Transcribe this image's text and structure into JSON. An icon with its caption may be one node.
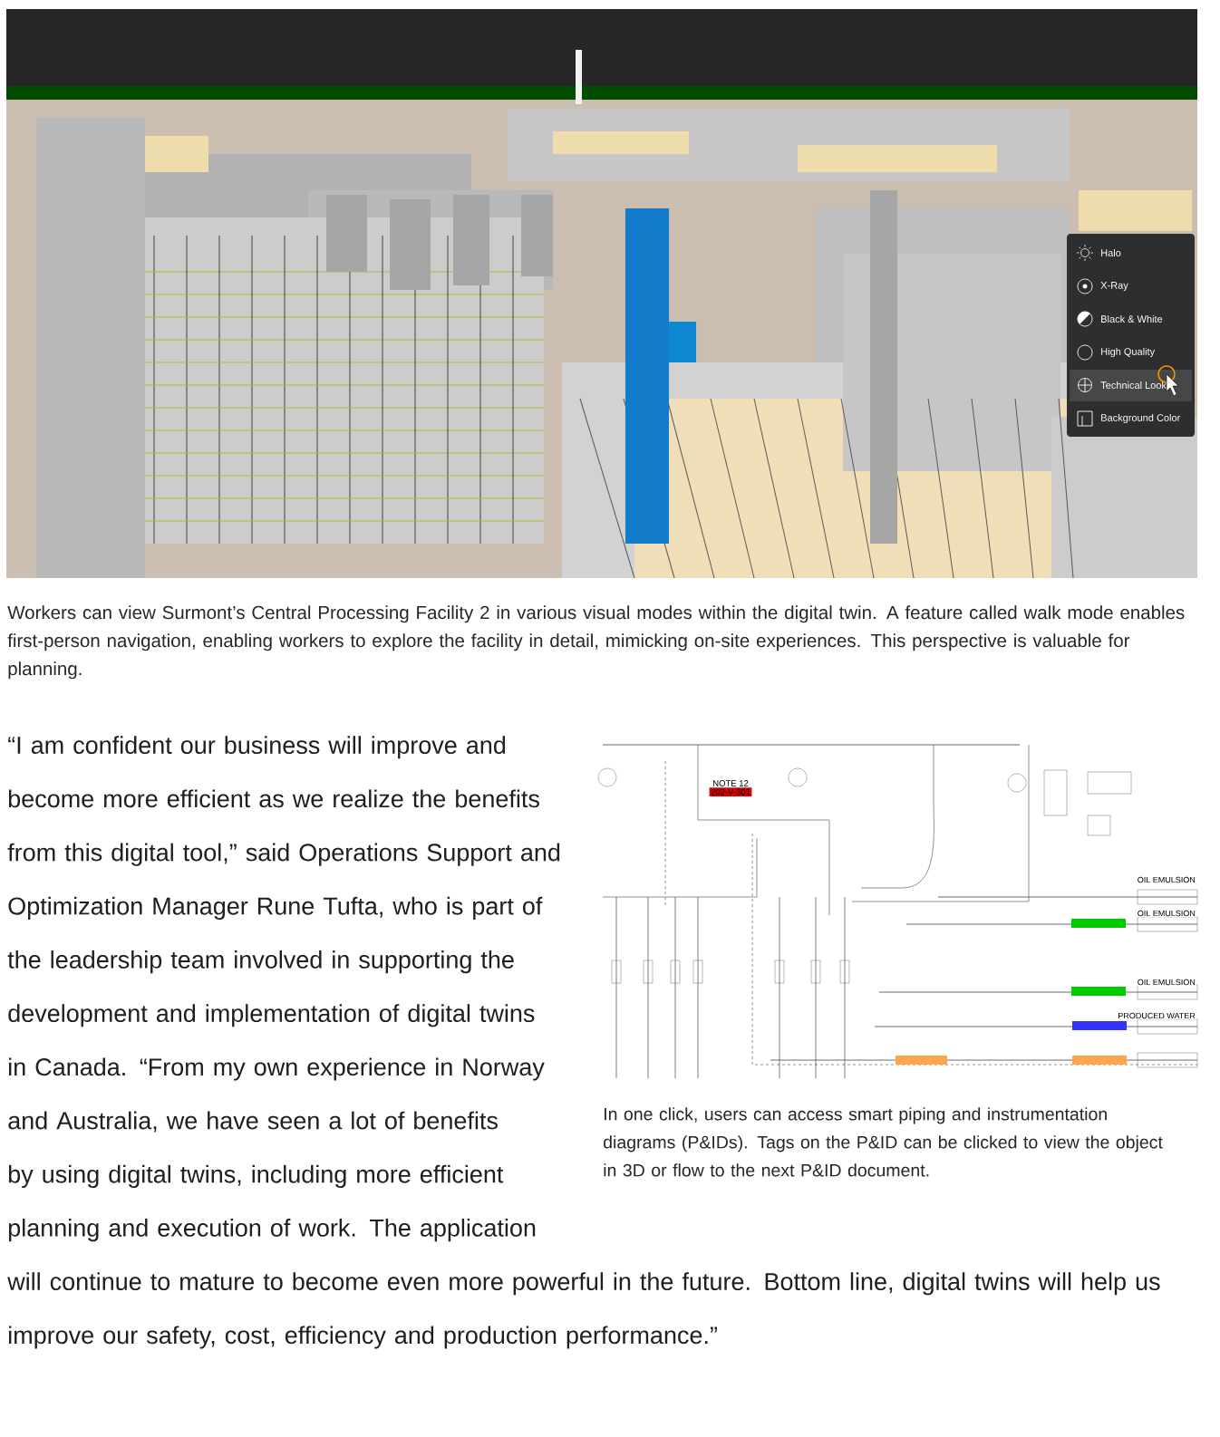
{
  "diagram": {
    "labels": [
      "Halo",
      "X-Ray",
      "Black & White",
      "High Quality",
      "Technical Look",
      "Background Color",
      "Workers can view Surmont’s Central Processing Facility 2 in various visual modes within the digital twin. A feature called walk mode enables first-person navigation, enabling workers to explore the facility in detail, mimicking on-site experiences. This perspective is valuable for planning.",
      "“I am confident our business will improve and become more efficient as we realize the benefits from this digital tool,” said Operations Support and Optimization Manager Rune Tufta, who is part of the leadership team involved in supporting the development and implementation of digital twins in Canada. “From my own experience in Norway and Australia, we have seen a lot of benefits by using digital twins, including more efficient planning and execution of work. The application will continue to mature to become even more powerful in the future. Bottom line, digital twins will help us improve our safety, cost, efficiency and production performance.”",
      "NOTE 12",
      "202-V-301",
      "OIL EMULSION",
      "OIL EMULSION",
      "OIL EMULSION",
      "PRODUCED WATER",
      "In one click, users can access smart piping and instrumentation diagrams (P&IDs). Tags on the P&ID can be clicked to view the object in 3D or flow to the next P&ID document."
    ]
  }
}
